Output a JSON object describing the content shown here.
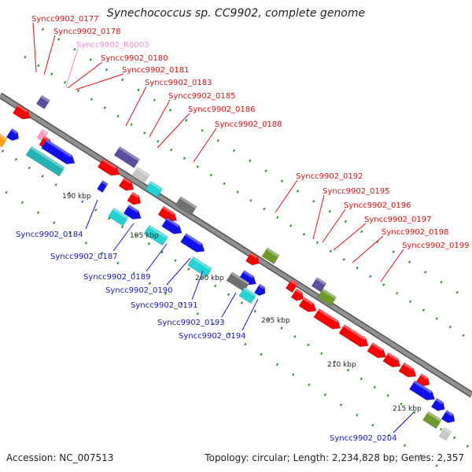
{
  "title": "Synechococcus sp. CC9902, complete genome",
  "footer": {
    "accession": "Accession: NC_007513",
    "summary": "Topology: circular; Length: 2,234,828 bp; Genes: 2,357"
  },
  "colors": {
    "backbone": "#909090",
    "tick": "#2f8f2f",
    "forward_label": "#e01010",
    "reverse_label": "#1515c8",
    "rna_label": "#f08cc8",
    "red": "#ff0000",
    "blue": "#1010ee",
    "cyan": "#22d4d4",
    "teal": "#22b4b4",
    "slate": "#5a4e9e",
    "gray": "#707070",
    "lightgray": "#c8c8c8",
    "olive": "#6f9a2a",
    "pink": "#ff9ab8",
    "orange": "#ff9e1a"
  },
  "kbp_labels": [
    "190 kbp",
    "195 kbp",
    "200 kbp",
    "205 kbp",
    "210 kbp",
    "215 kbp"
  ],
  "upper_labels": [
    {
      "text": "Syncc9902_0177",
      "kind": "forward"
    },
    {
      "text": "Syncc9902_0178",
      "kind": "forward"
    },
    {
      "text": "Syncc9902_R0003",
      "kind": "rna"
    },
    {
      "text": "Syncc9902_0180",
      "kind": "forward"
    },
    {
      "text": "Syncc9902_0181",
      "kind": "forward"
    },
    {
      "text": "Syncc9902_0183",
      "kind": "forward"
    },
    {
      "text": "Syncc9902_0185",
      "kind": "forward"
    },
    {
      "text": "Syncc9902_0186",
      "kind": "forward"
    },
    {
      "text": "Syncc9902_0188",
      "kind": "forward"
    },
    {
      "text": "Syncc9902_0192",
      "kind": "forward"
    },
    {
      "text": "Syncc9902_0195",
      "kind": "forward"
    },
    {
      "text": "Syncc9902_0196",
      "kind": "forward"
    },
    {
      "text": "Syncc9902_0197",
      "kind": "forward"
    },
    {
      "text": "Syncc9902_0198",
      "kind": "forward"
    },
    {
      "text": "Syncc9902_0199",
      "kind": "forward"
    }
  ],
  "lower_labels": [
    {
      "text": "Syncc9902_0184",
      "kind": "reverse"
    },
    {
      "text": "Syncc9902_0187",
      "kind": "reverse"
    },
    {
      "text": "Syncc9902_0189",
      "kind": "reverse"
    },
    {
      "text": "Syncc9902_0190",
      "kind": "reverse"
    },
    {
      "text": "Syncc9902_0191",
      "kind": "reverse"
    },
    {
      "text": "Syncc9902_0193",
      "kind": "reverse"
    },
    {
      "text": "Syncc9902_0194",
      "kind": "reverse"
    },
    {
      "text": "Syncc9902_0204",
      "kind": "reverse"
    }
  ]
}
